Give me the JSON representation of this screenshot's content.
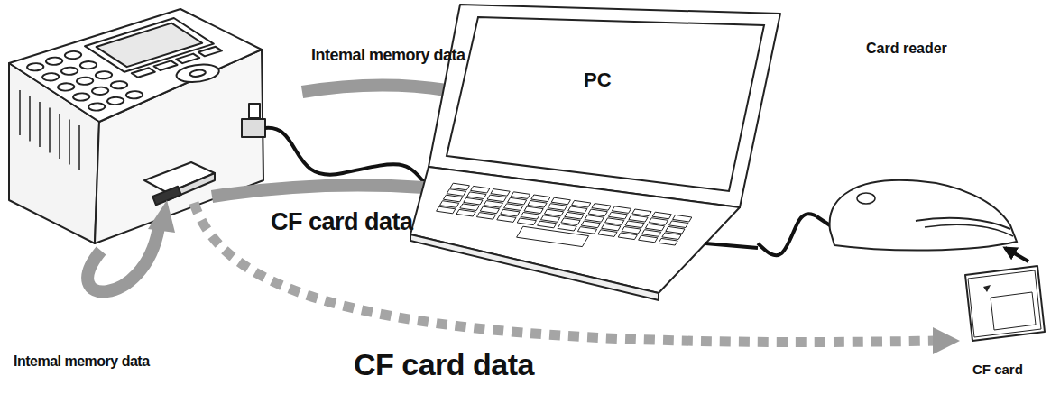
{
  "diagram": {
    "nodes": [
      {
        "text": [
          "PC"
        ]
      },
      {
        "text": [
          "Card reader"
        ]
      },
      {
        "text": [
          "CF card"
        ]
      }
    ],
    "edges": [
      {
        "from": 0,
        "to": 1,
        "arrow": "none"
      },
      {
        "from": 2,
        "to": 1,
        "arrow": "to"
      }
    ],
    "labels": [
      "Intemal memory data",
      "CF card data",
      "Intemal memory data",
      "CF card data"
    ]
  }
}
